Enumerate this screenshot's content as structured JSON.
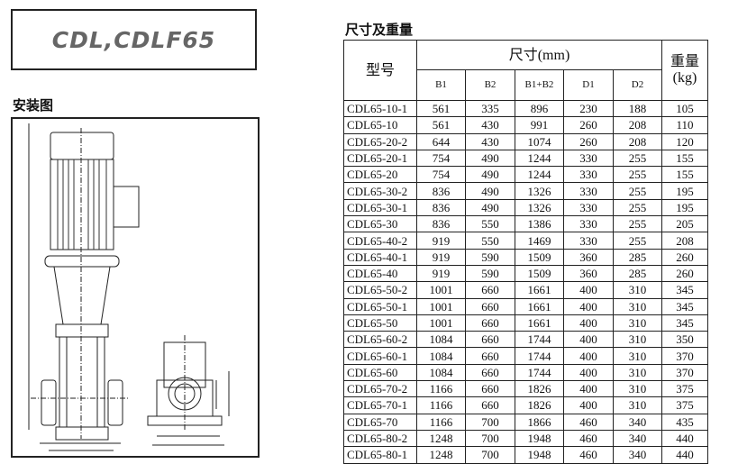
{
  "title": "CDL,CDLF65",
  "install_heading": "安装图",
  "table_heading": "尺寸及重量",
  "table": {
    "model_header": "型号",
    "dim_header": "尺寸(mm)",
    "weight_header": "重量",
    "weight_unit": "(kg)",
    "columns": [
      "B1",
      "B2",
      "B1+B2",
      "D1",
      "D2"
    ],
    "rows": [
      [
        "CDL65-10-1",
        "561",
        "335",
        "896",
        "230",
        "188",
        "105"
      ],
      [
        "CDL65-10",
        "561",
        "430",
        "991",
        "260",
        "208",
        "110"
      ],
      [
        "CDL65-20-2",
        "644",
        "430",
        "1074",
        "260",
        "208",
        "120"
      ],
      [
        "CDL65-20-1",
        "754",
        "490",
        "1244",
        "330",
        "255",
        "155"
      ],
      [
        "CDL65-20",
        "754",
        "490",
        "1244",
        "330",
        "255",
        "155"
      ],
      [
        "CDL65-30-2",
        "836",
        "490",
        "1326",
        "330",
        "255",
        "195"
      ],
      [
        "CDL65-30-1",
        "836",
        "490",
        "1326",
        "330",
        "255",
        "195"
      ],
      [
        "CDL65-30",
        "836",
        "550",
        "1386",
        "330",
        "255",
        "205"
      ],
      [
        "CDL65-40-2",
        "919",
        "550",
        "1469",
        "330",
        "255",
        "208"
      ],
      [
        "CDL65-40-1",
        "919",
        "590",
        "1509",
        "360",
        "285",
        "260"
      ],
      [
        "CDL65-40",
        "919",
        "590",
        "1509",
        "360",
        "285",
        "260"
      ],
      [
        "CDL65-50-2",
        "1001",
        "660",
        "1661",
        "400",
        "310",
        "345"
      ],
      [
        "CDL65-50-1",
        "1001",
        "660",
        "1661",
        "400",
        "310",
        "345"
      ],
      [
        "CDL65-50",
        "1001",
        "660",
        "1661",
        "400",
        "310",
        "345"
      ],
      [
        "CDL65-60-2",
        "1084",
        "660",
        "1744",
        "400",
        "310",
        "350"
      ],
      [
        "CDL65-60-1",
        "1084",
        "660",
        "1744",
        "400",
        "310",
        "370"
      ],
      [
        "CDL65-60",
        "1084",
        "660",
        "1744",
        "400",
        "310",
        "370"
      ],
      [
        "CDL65-70-2",
        "1166",
        "660",
        "1826",
        "400",
        "310",
        "375"
      ],
      [
        "CDL65-70-1",
        "1166",
        "660",
        "1826",
        "400",
        "310",
        "375"
      ],
      [
        "CDL65-70",
        "1166",
        "700",
        "1866",
        "460",
        "340",
        "435"
      ],
      [
        "CDL65-80-2",
        "1248",
        "700",
        "1948",
        "460",
        "340",
        "440"
      ],
      [
        "CDL65-80-1",
        "1248",
        "700",
        "1948",
        "460",
        "340",
        "440"
      ]
    ]
  }
}
